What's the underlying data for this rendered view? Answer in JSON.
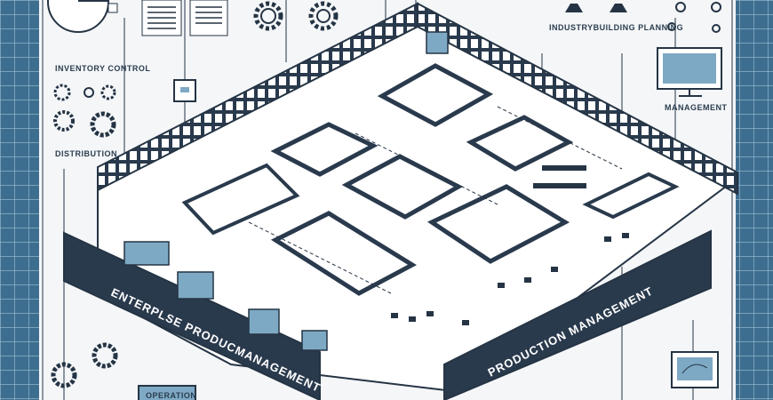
{
  "labels": {
    "top_right_title": "INDUSTRYBUILDING PLANNING",
    "left_title": "INVENTORY CONTROL",
    "left_sub": "DISTRIBUTION",
    "right_mgmt": "MANAGEMENT",
    "wall_left": "ENTERPLSE PRODUCMANAGEMENT",
    "wall_right": "PRODUCTION MANAGEMENT",
    "bottom_left_box": "OPERATION"
  },
  "colors": {
    "grid_bg": "#3e6e8f",
    "grid_line": "#9cc0d8",
    "ink": "#253444",
    "wall_dark": "#2a3a4d",
    "floor": "#ffffff",
    "screen": "#7ea9c4"
  },
  "icons": [
    "gear-icon",
    "pie-chart-icon",
    "lamp-icon",
    "monitor-icon",
    "document-icon"
  ]
}
